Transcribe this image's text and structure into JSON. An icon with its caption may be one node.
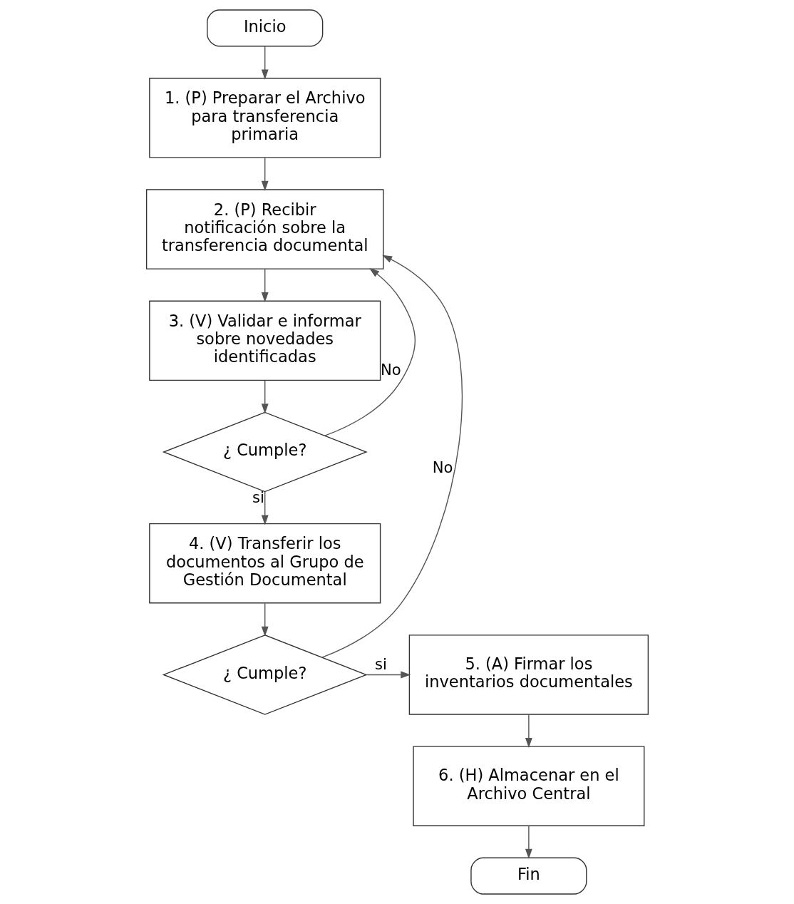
{
  "diagram": {
    "nodes": [
      {
        "text": [
          "Inicio"
        ]
      },
      {
        "text": [
          "1. (P) Preparar el Archivo para transferencia primaria"
        ]
      },
      {
        "text": [
          "2. (P) Recibir notificación sobre la transferencia documental"
        ]
      },
      {
        "text": [
          "3. (V) Validar e informar sobre novedades identificadas"
        ]
      },
      {
        "text": [
          "¿ Cumple?"
        ]
      },
      {
        "text": [
          "4. (V) Transferir los documentos al Grupo de Gestión Documental"
        ]
      },
      {
        "text": [
          "¿ Cumple?"
        ]
      },
      {
        "text": [
          "5. (A) Firmar los inventarios documentales"
        ]
      },
      {
        "text": [
          "6. (H) Almacenar en el Archivo Central"
        ]
      },
      {
        "text": [
          "Fin"
        ]
      }
    ],
    "edges": [
      {
        "from": 0,
        "to": 1,
        "arrow": "to"
      },
      {
        "from": 1,
        "to": 2,
        "arrow": "to"
      },
      {
        "from": 2,
        "to": 3,
        "arrow": "to"
      },
      {
        "from": 3,
        "to": 4,
        "arrow": "to"
      },
      {
        "from": 4,
        "to": 2,
        "label": "No",
        "arrow": "to"
      },
      {
        "from": 4,
        "to": 5,
        "label": "si",
        "arrow": "to"
      },
      {
        "from": 5,
        "to": 6,
        "arrow": "to"
      },
      {
        "from": 6,
        "to": 2,
        "label": "No",
        "arrow": "to"
      },
      {
        "from": 6,
        "to": 7,
        "label": "si",
        "arrow": "to"
      },
      {
        "from": 7,
        "to": 8,
        "arrow": "to"
      },
      {
        "from": 8,
        "to": 9,
        "arrow": "to"
      }
    ]
  }
}
